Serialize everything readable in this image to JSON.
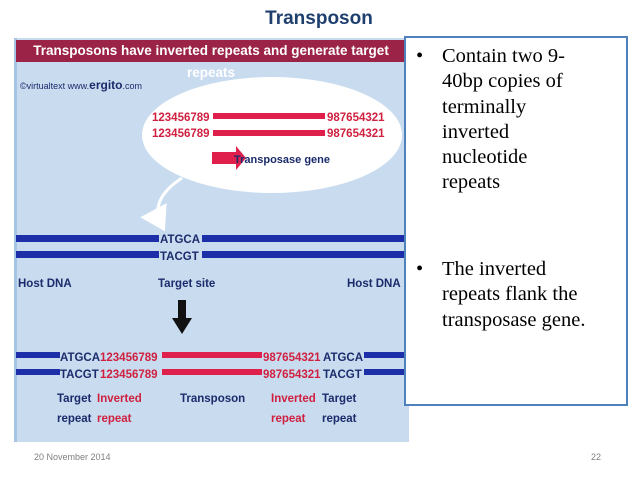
{
  "slide": {
    "title": "Transposon",
    "footer_date": "20 November 2014",
    "page_number": "22"
  },
  "figure": {
    "banner": "Transposons have inverted repeats and generate target repeats",
    "credit_prefix": "©virtualtext www.",
    "credit_site": "ergito",
    "credit_suffix": ".com",
    "bubble": {
      "left_seq_top": "123456789",
      "left_seq_bottom": "123456789",
      "right_seq_top": "987654321",
      "right_seq_bottom": "987654321",
      "gene_label": "Transposase gene"
    },
    "target": {
      "seq_top": "ATGCA",
      "seq_bottom": "TACGT",
      "host_left": "Host DNA",
      "site_label": "Target site",
      "host_right": "Host DNA"
    },
    "result": {
      "left_target_top": "ATGCA",
      "left_target_bottom": "TACGT",
      "left_inverted_top": "123456789",
      "left_inverted_bottom": "123456789",
      "right_inverted_top": "987654321",
      "right_inverted_bottom": "987654321",
      "right_target_top": "ATGCA",
      "right_target_bottom": "TACGT",
      "label_target_left": "Target repeat",
      "label_inverted_left": "Inverted repeat",
      "label_transposon": "Transposon",
      "label_inverted_right": "Inverted repeat",
      "label_target_right": "Target repeat"
    },
    "colors": {
      "dna": "#1c2fa8",
      "transposon": "#e0204c",
      "label": "#1b2b6b",
      "label_red": "#d0203f",
      "background": "#c8dbef",
      "banner": "#9b2347"
    }
  },
  "bullets": [
    {
      "symbol": "•",
      "lines": [
        "Contain two 9-",
        "40bp copies of",
        "terminally",
        "inverted",
        "nucleotide",
        "repeats"
      ]
    },
    {
      "symbol": "•",
      "lines": [
        "The inverted",
        "repeats flank the",
        "transposase gene."
      ]
    }
  ]
}
